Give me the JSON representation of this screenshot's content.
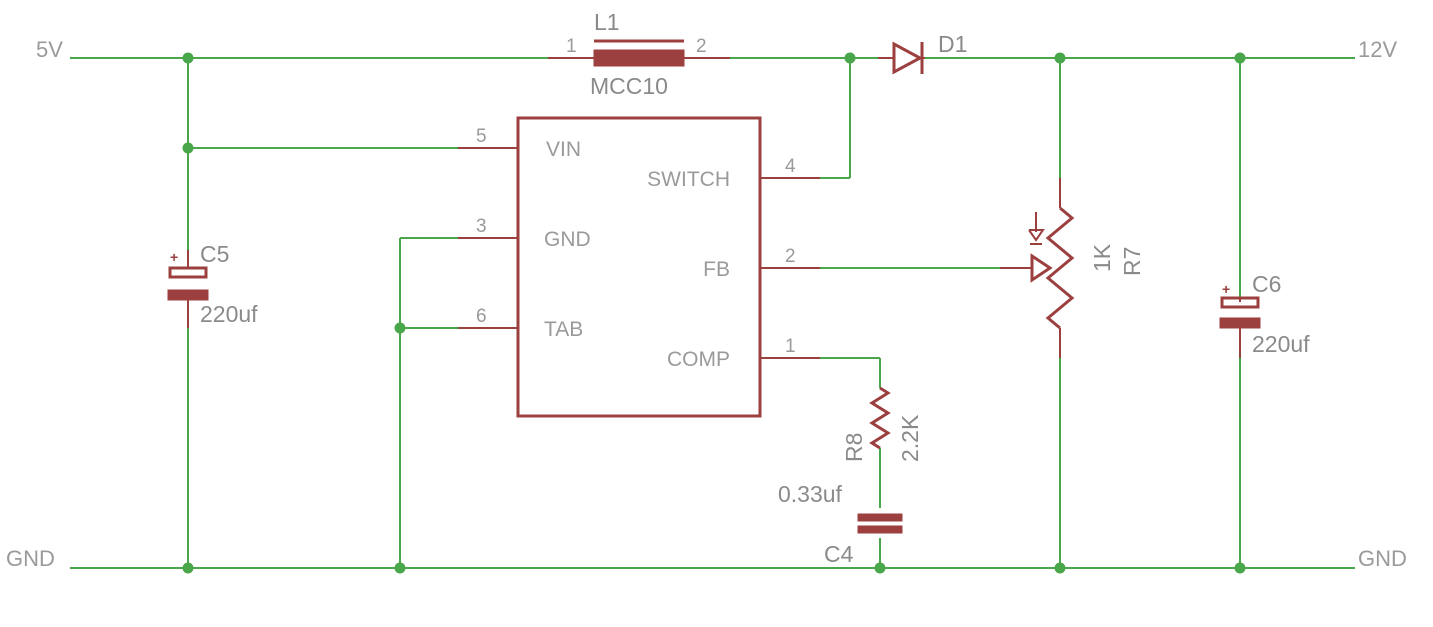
{
  "nets": {
    "vin": "5V",
    "vout": "12V",
    "gnd_left": "GND",
    "gnd_right": "GND"
  },
  "ic": {
    "pins": [
      {
        "num": "5",
        "name": "VIN"
      },
      {
        "num": "3",
        "name": "GND"
      },
      {
        "num": "6",
        "name": "TAB"
      },
      {
        "num": "4",
        "name": "SWITCH"
      },
      {
        "num": "2",
        "name": "FB"
      },
      {
        "num": "1",
        "name": "COMP"
      }
    ]
  },
  "inductor": {
    "ref": "L1",
    "value": "MCC10",
    "pin1": "1",
    "pin2": "2"
  },
  "diode": {
    "ref": "D1"
  },
  "c5": {
    "ref": "C5",
    "value": "220uf",
    "polarity": "+"
  },
  "c6": {
    "ref": "C6",
    "value": "220uf",
    "polarity": "+"
  },
  "r7": {
    "ref": "R7",
    "value": "1K"
  },
  "r8": {
    "ref": "R8",
    "value": "2.2K"
  },
  "c4": {
    "ref": "C4",
    "value": "0.33uf"
  },
  "colors": {
    "wire": "#4aa64a",
    "part": "#9b3f3f",
    "label": "#9a9a9a"
  }
}
